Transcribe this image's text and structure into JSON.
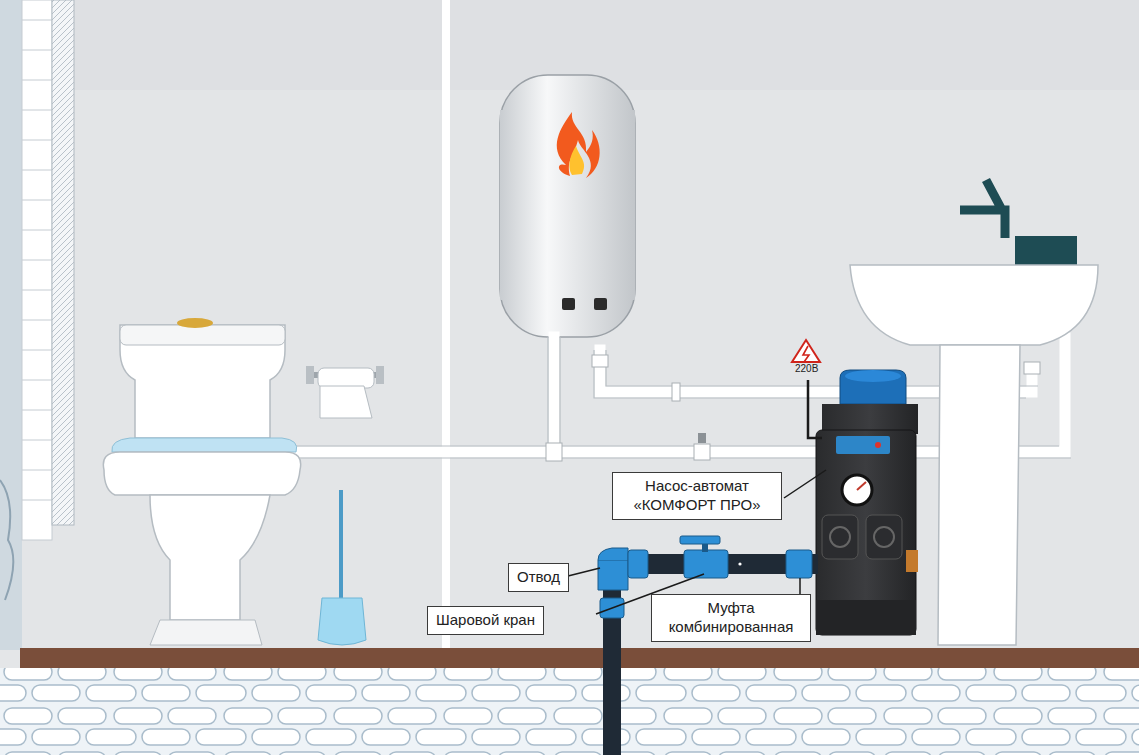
{
  "diagram": {
    "nodes": [
      {
        "text": [
          "Насос-автомат «КОМФОРТ ПРО»"
        ]
      },
      {
        "text": [
          "Отвод"
        ]
      },
      {
        "text": [
          "Шаровой кран"
        ]
      },
      {
        "text": [
          "Муфта комбинированная"
        ]
      }
    ],
    "labels": [
      "220В"
    ]
  }
}
